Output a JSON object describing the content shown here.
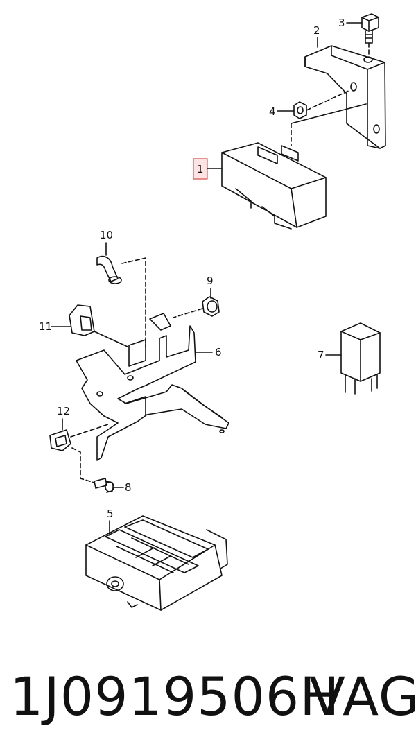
{
  "diagram": {
    "callouts": [
      {
        "id": "1",
        "label": "1",
        "highlighted": true
      },
      {
        "id": "2",
        "label": "2"
      },
      {
        "id": "3",
        "label": "3"
      },
      {
        "id": "4",
        "label": "4"
      },
      {
        "id": "5",
        "label": "5"
      },
      {
        "id": "6",
        "label": "6"
      },
      {
        "id": "7",
        "label": "7"
      },
      {
        "id": "8",
        "label": "8"
      },
      {
        "id": "9",
        "label": "9"
      },
      {
        "id": "10",
        "label": "10"
      },
      {
        "id": "11",
        "label": "11"
      },
      {
        "id": "12",
        "label": "12"
      }
    ],
    "highlight_color": "#e06c6c",
    "highlight_fill": "#fde3e3",
    "line_color": "#111111"
  },
  "footer": {
    "part_number": "1J0919506H",
    "brand": "VAG"
  }
}
